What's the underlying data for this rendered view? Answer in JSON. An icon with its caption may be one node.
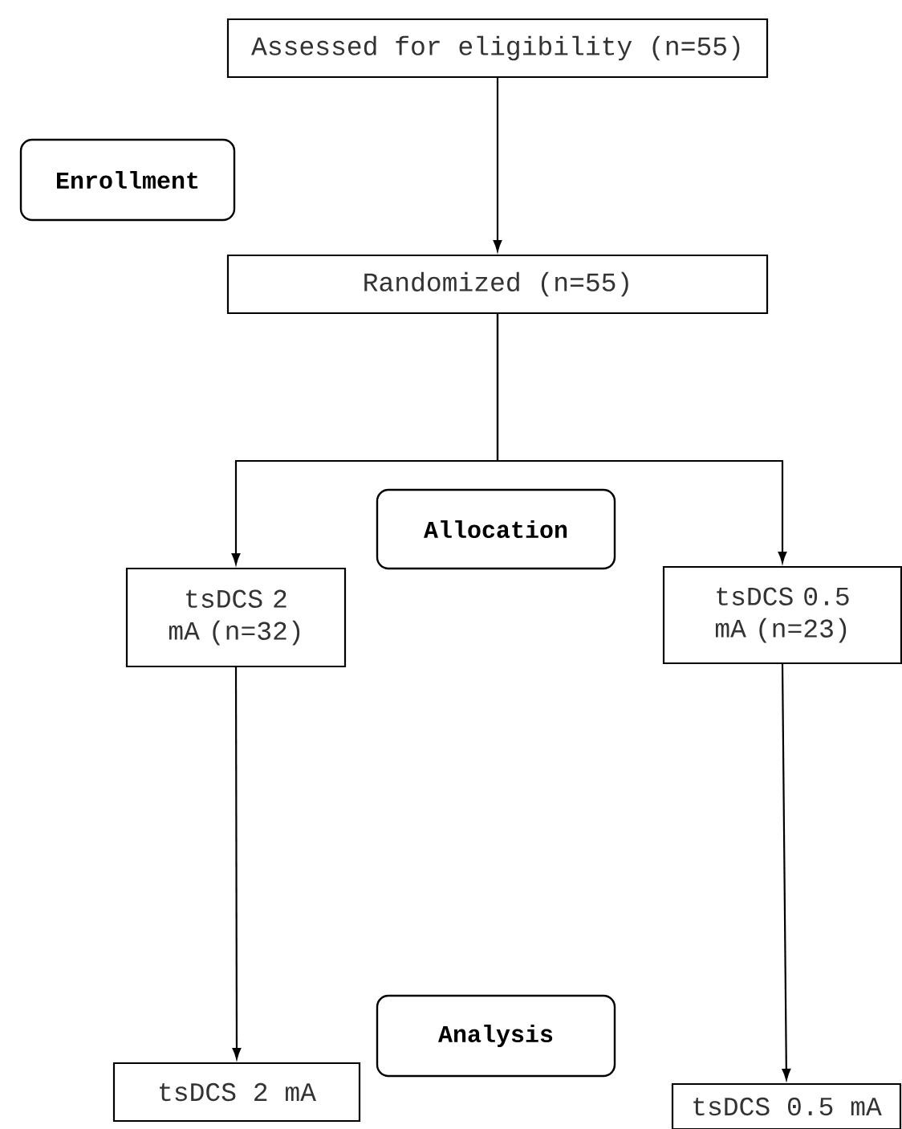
{
  "diagram": {
    "nodes": [
      {
        "text": [
          "Assessed for eligibility (n=55)"
        ]
      },
      {
        "text": [
          "Enrollment"
        ]
      },
      {
        "text": [
          "Randomized (n=55)"
        ]
      },
      {
        "text": [
          "Allocation"
        ]
      },
      {
        "text": [
          "tsDCS 2 mA (n=32)"
        ]
      },
      {
        "text": [
          "tsDCS 0.5 mA (n=23)"
        ]
      },
      {
        "text": [
          "Analysis"
        ]
      },
      {
        "text": [
          "tsDCS 2 mA"
        ]
      },
      {
        "text": [
          "tsDCS 0.5 mA"
        ]
      }
    ],
    "edges": [
      {
        "from": 0,
        "to": 2,
        "arrow": "to"
      },
      {
        "from": 2,
        "to": 4,
        "arrow": "to"
      },
      {
        "from": 2,
        "to": 5,
        "arrow": "to"
      },
      {
        "from": 4,
        "to": 7,
        "arrow": "to"
      },
      {
        "from": 5,
        "to": 8,
        "arrow": "to"
      }
    ]
  }
}
